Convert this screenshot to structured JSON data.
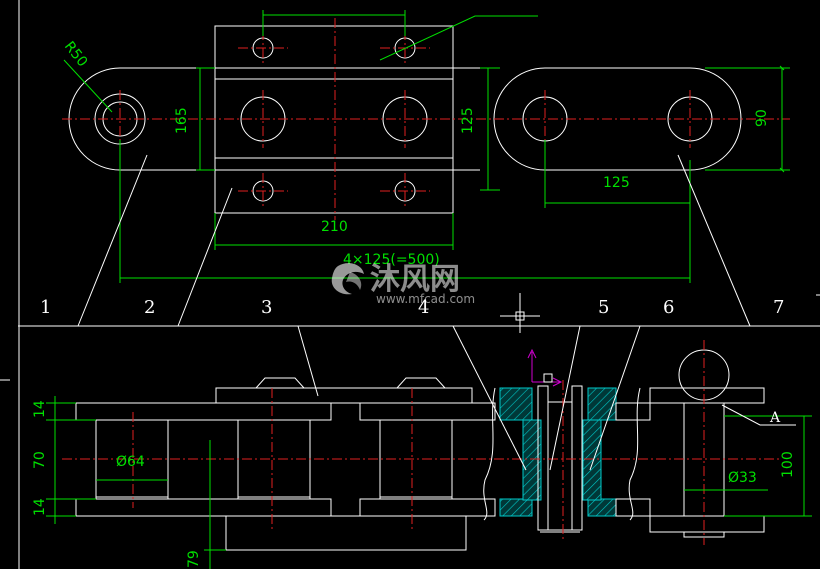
{
  "dimensions": {
    "r50": "R50",
    "h165": "165",
    "w210": "210",
    "pitch_total": "4×125(=500)",
    "h125_left": "125",
    "pitch125": "125",
    "h90": "90",
    "t14_top": "14",
    "h70": "70",
    "t14_bottom": "14",
    "d64": "Ø64",
    "h79": "79",
    "d33": "Ø33",
    "h100": "100"
  },
  "part_labels": [
    "1",
    "2",
    "3",
    "4",
    "5",
    "6",
    "7"
  ],
  "view_label": "A",
  "watermark": {
    "cn": "沐风网",
    "url": "www.mfcad.com"
  },
  "colors": {
    "background": "#000000",
    "outline": "#ffffff",
    "dimension": "#00e000",
    "centerline": "#e02020",
    "hatch": "#00c8c8",
    "ucs": "#d000d0"
  },
  "icons": {
    "ucs": "ucs-icon",
    "crosshair": "crosshair-icon"
  }
}
